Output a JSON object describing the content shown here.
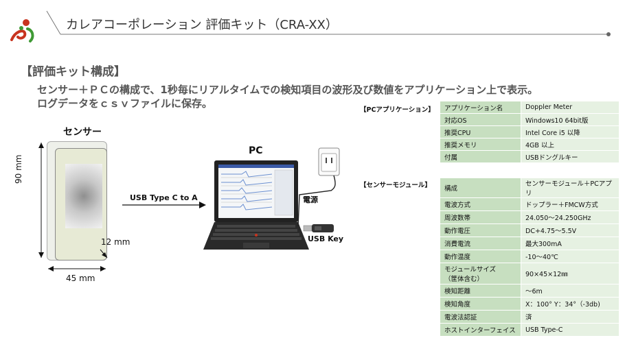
{
  "header": {
    "title": "カレアコーポレーション  評価キット（CRA-XX）"
  },
  "section": {
    "heading": "【評価キット構成】",
    "line1": "センサー＋ＰＣの構成で、1秒毎にリアルタイムでの検知項目の波形及び数値をアプリケーション上で表示。",
    "line2": "ログデータをｃｓｖファイルに保存。"
  },
  "diagram": {
    "sensor_label": "センサー",
    "height_dim": "90 mm",
    "width_dim": "45 mm",
    "depth_dim": "12 mm",
    "cable_label": "USB Type C to A",
    "pc_label": "PC",
    "power_label": "電源",
    "usbkey_label": "USB Key"
  },
  "pc_app": {
    "heading": "【PCアプリケーション】",
    "rows": [
      {
        "k": "アプリケーション名",
        "v": "Doppler Meter"
      },
      {
        "k": "対応OS",
        "v": "Windows10 64bit版"
      },
      {
        "k": "推奨CPU",
        "v": "Intel Core i5 以降"
      },
      {
        "k": "推奨メモリ",
        "v": "4GB 以上"
      },
      {
        "k": "付属",
        "v": "USBドングルキー"
      }
    ]
  },
  "sensor_module": {
    "heading": "【センサーモジュール】",
    "rows": [
      {
        "k": "構成",
        "v": "センサーモジュール＋PCアプリ"
      },
      {
        "k": "電波方式",
        "v": "ドップラー＋FMCW方式"
      },
      {
        "k": "周波数帯",
        "v": "24.050～24.250GHz"
      },
      {
        "k": "動作電圧",
        "v": "DC+4.75～5.5V"
      },
      {
        "k": "消費電流",
        "v": "最大300mA"
      },
      {
        "k": "動作温度",
        "v": "-10～40℃"
      },
      {
        "k": "モジュールサイズ\n（筐体含む）",
        "v": "90×45×12㎜"
      },
      {
        "k": "検知距離",
        "v": "～6m"
      },
      {
        "k": "検知角度",
        "v": "X：100°  Y：34°（-3db)"
      },
      {
        "k": "電波法認証",
        "v": "済"
      },
      {
        "k": "ホストインターフェイス",
        "v": "USB Type-C"
      }
    ]
  },
  "colors": {
    "key_cell": "#c7dfc0",
    "value_cell": "#e6f1e2",
    "logo_red": "#c8341f",
    "logo_green": "#3f9a35"
  }
}
